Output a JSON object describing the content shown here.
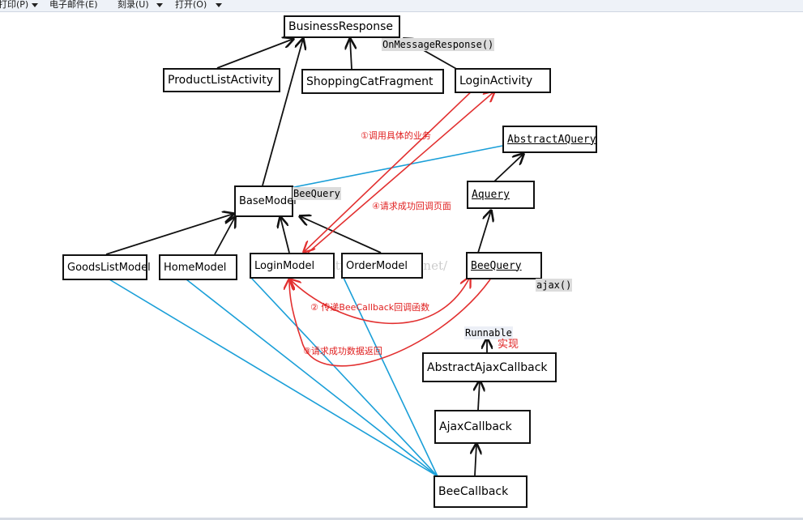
{
  "menu": {
    "items": [
      {
        "label": "打印(P)"
      },
      {
        "label": "电子邮件(E)"
      },
      {
        "label": "刻录(U)"
      },
      {
        "label": "打开(O)"
      }
    ]
  },
  "diagram": {
    "boxes": {
      "business_response": "BusinessResponse",
      "product_list_activity": "ProductListActivity",
      "shopping_cat_fragment": "ShoppingCatFragment",
      "login_activity": "LoginActivity",
      "abstract_aquery": "AbstractAQuery",
      "aquery": "Aquery",
      "base_model": "BaseModel",
      "goods_list_model": "GoodsListModel",
      "home_model": "HomeModel",
      "login_model": "LoginModel",
      "order_model": "OrderModel",
      "bee_query": "BeeQuery",
      "abstract_ajax_callback": "AbstractAjaxCallback",
      "ajax_callback": "AjaxCallback",
      "bee_callback": "BeeCallback"
    },
    "code_labels": {
      "on_message_response": "OnMessageResponse()",
      "bee_query_field": "BeeQuery",
      "ajax_method": "ajax()",
      "runnable": "Runnable"
    },
    "annotations": {
      "step1": "①调用具体的业务",
      "step4": "④请求成功回调页面",
      "step2": "② 传递BeeCallback回调函数",
      "step3": "③请求成功数据返回",
      "implement": "实现"
    },
    "watermark": "http://blog.csdn.net/",
    "colors": {
      "box_border": "#111111",
      "inherit_arrow": "#111111",
      "association_line": "#1a9fd8",
      "flow_arrow": "#e23030",
      "code_bg": "#dcdcdc"
    }
  }
}
